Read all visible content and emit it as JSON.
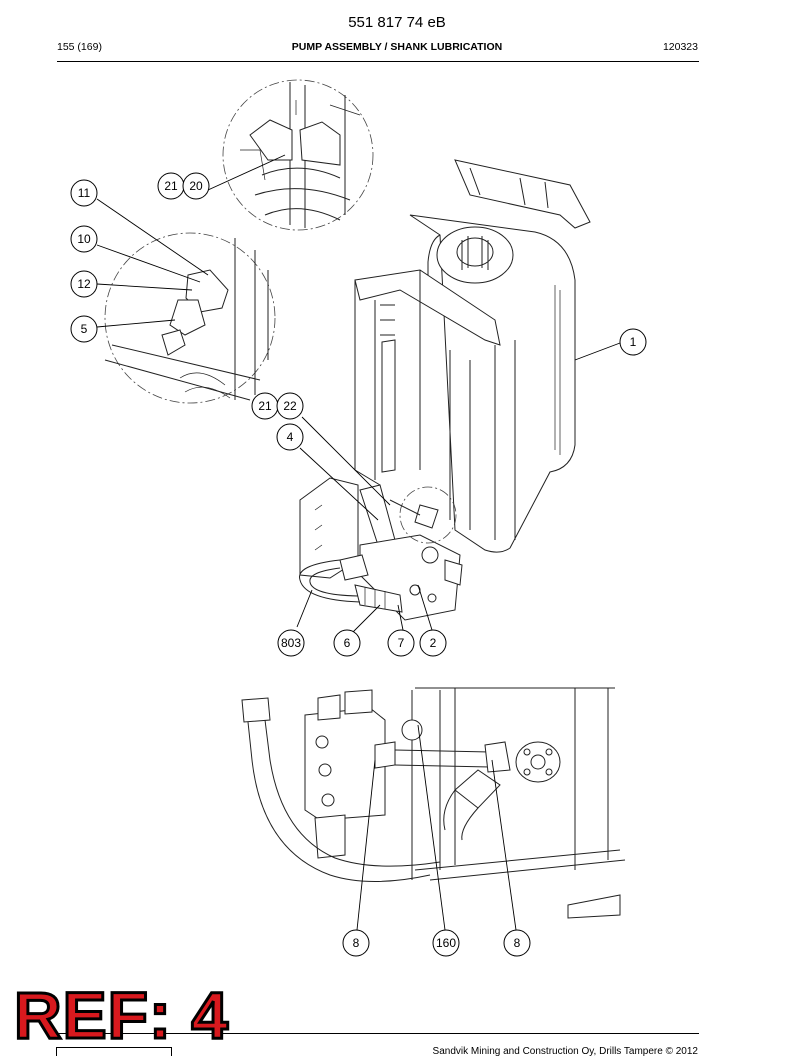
{
  "header": {
    "doc_number": "551 817 74 eB",
    "page": "155 (169)",
    "title": "PUMP ASSEMBLY / SHANK LUBRICATION",
    "code": "120323"
  },
  "callouts_upper": [
    {
      "id": "c11",
      "label": "11"
    },
    {
      "id": "c10",
      "label": "10"
    },
    {
      "id": "c12",
      "label": "12"
    },
    {
      "id": "c5",
      "label": "5"
    },
    {
      "id": "c21a",
      "label": "21"
    },
    {
      "id": "c20",
      "label": "20"
    },
    {
      "id": "c1",
      "label": "1"
    },
    {
      "id": "c21b",
      "label": "21"
    },
    {
      "id": "c22",
      "label": "22"
    },
    {
      "id": "c4",
      "label": "4"
    },
    {
      "id": "c803",
      "label": "803"
    },
    {
      "id": "c6",
      "label": "6"
    },
    {
      "id": "c7",
      "label": "7"
    },
    {
      "id": "c2",
      "label": "2"
    }
  ],
  "callouts_lower": [
    {
      "id": "c8a",
      "label": "8"
    },
    {
      "id": "c160",
      "label": "160"
    },
    {
      "id": "c8b",
      "label": "8"
    }
  ],
  "ref_label": "REF: 4",
  "footer": {
    "text": "Sandvik Mining and Construction Oy, Drills Tampere © 2012"
  }
}
